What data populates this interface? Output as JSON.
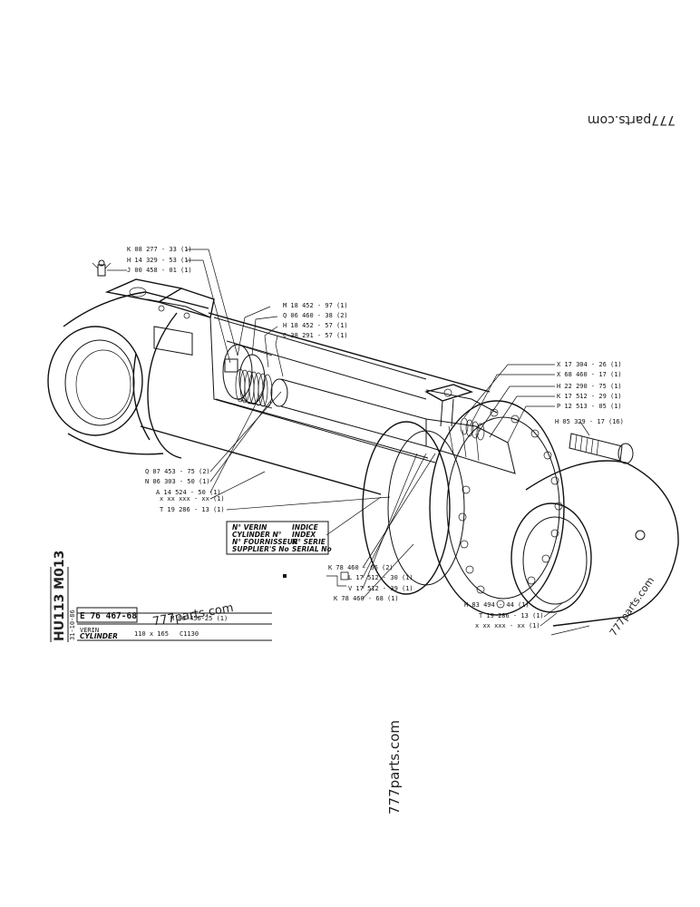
{
  "watermarks": {
    "top_right": "777parts.com",
    "center_vertical": "777parts.com",
    "title_block": "777parts.com",
    "bottom_right": "777parts.com"
  },
  "side_code": "HU113 M013",
  "side_date": "31-10-86",
  "title_block": {
    "part_number": "E 76 467-68",
    "ref": "M 00 456-25 (1)",
    "name_fr": "VERIN",
    "name_en": "CYLINDER",
    "dimensions": "110 x 165",
    "stroke": "C1130"
  },
  "legend_box": {
    "verin": "N° VERIN",
    "cylinder": "CYLINDER N°",
    "fournisseur": "N° FOURNISSEUR",
    "supplier": "SUPPLIER'S No",
    "indice": "INDICE",
    "index": "INDEX",
    "serie": "N° SERIE",
    "serial": "SERIAL No"
  },
  "labels": {
    "k08277": "K 08 277 - 33 (1)",
    "h14329": "H 14 329 - 53 (1)",
    "j00458": "J 00 458 - 01 (1)",
    "m18452": "M 18 452 - 97 (1)",
    "q06460": "Q 06 460 - 38 (2)",
    "h18452": "H 18 452 - 57 (1)",
    "c38291": "C 38 291 - 57 (1)",
    "x17304": "X 17 304 - 26 (1)",
    "x68460": "X 68 460 - 17 (1)",
    "h22290": "H 22 290 - 75 (1)",
    "k17512": "K 17 512 - 29 (1)",
    "p12513": "P 12 513 - 05 (1)",
    "h05329": "H 05 329 - 17 (16)",
    "q07453": "Q 07 453 - 75 (2)",
    "n06303": "N 06 303 - 50 (1)",
    "a14524": "A 14 524 - 50 (1)",
    "xxxxxx_a": "x xx xxx - xx (1)",
    "t19286_a": "T 19 286 - 13 (1)",
    "k78460_a": "K 78 460 - 66 (2)",
    "l17512": "L 17 512 - 30 (1)",
    "v17512": "V 17 512 - 39 (1)",
    "k78460_b": "K 78 460 - 68 (1)",
    "h83494": "H 83 494 - 44 (1)",
    "t19286_b": "T 19 286 - 13 (1)",
    "xxxxxx_b": "x xx xxx - xx (1)"
  }
}
